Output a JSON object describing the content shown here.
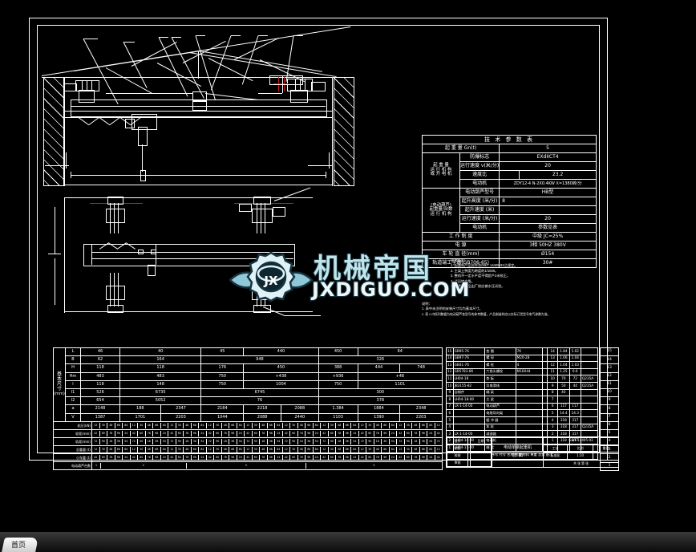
{
  "viewer": {
    "background_color": "#000000",
    "line_color": "#ffffff",
    "accent_color": "#cf1b1b",
    "tab_label": "首页"
  },
  "watermark": {
    "chinese": "机械帝国",
    "domain": "JXDIGUO.COM",
    "logo_text": "JX",
    "color": "#bfe4ec",
    "outline_color": "#16333f"
  },
  "drawing": {
    "title": "电动单梁起重机",
    "view_front_label": "",
    "leaders_top": [
      "1",
      "2",
      "3",
      "4",
      "5",
      "6",
      "7",
      "8"
    ],
    "leader_right": "9",
    "leaders_bottom": [
      "11",
      "12",
      "13",
      "14",
      "15"
    ],
    "leader_10": "10"
  },
  "spec_table": {
    "title": "技 术 参 数 表",
    "rows": [
      {
        "label": "",
        "sub": "起 重 量  Gn(t)",
        "param": "",
        "value": "5"
      },
      {
        "label": "",
        "sub": "",
        "param": "防爆标志",
        "value": "EXdIICT4"
      },
      {
        "label": "起 重 量\n运 行 机 构\n或 升 电 机",
        "sub": "",
        "param": "运行速度  v(米/分)",
        "value": "20"
      },
      {
        "label": "",
        "sub": "",
        "param": "速度比",
        "value": "23.2"
      },
      {
        "label": "",
        "sub": "",
        "param": "电动机",
        "value": "ZDY12-4 N-2X0.4KW X=1380转/分"
      },
      {
        "label": "(电动葫芦)\n起重量/台数\n运 行 机 构",
        "sub": "",
        "param": "电动葫芦型号",
        "value": "HB型"
      },
      {
        "label": "",
        "sub": "",
        "param": "起升高度 (米/分)",
        "value": "8"
      },
      {
        "label": "",
        "sub": "",
        "param": "起升速度 (米)",
        "value": ""
      },
      {
        "label": "",
        "sub": "",
        "param": "运行速度 (米/分)",
        "value": "20"
      },
      {
        "label": "",
        "sub": "",
        "param": "电动机",
        "value": "参数见表"
      },
      {
        "label": "",
        "sub": "工 作 制 度",
        "param": "",
        "value": "中级  JC=25%"
      },
      {
        "label": "",
        "sub": "电  源",
        "param": "",
        "value": "3相 50HZ 380V"
      },
      {
        "label": "",
        "sub": "车 轮 直 径(mm)",
        "param": "",
        "value": "Ø154"
      },
      {
        "label": "",
        "sub": "轨道端工字钢(GB706-65)",
        "param": "",
        "value": "30#"
      }
    ]
  },
  "dim_table": {
    "side_label_chars": [
      "基",
      "本",
      "尺",
      "寸"
    ],
    "unit": "(mm)",
    "row_labels": [
      "L",
      "B",
      "H",
      "Hm",
      "l",
      "l1",
      "l2",
      "a",
      "V"
    ],
    "rows": [
      [
        "L",
        "46",
        "40",
        "45",
        "440",
        "450",
        "64",
        ""
      ],
      [
        "B",
        "62",
        "164",
        "",
        "948",
        "",
        "326",
        ""
      ],
      [
        "H",
        "118",
        "118",
        "176",
        "450",
        "388",
        "444",
        "748"
      ],
      [
        "Hm",
        "483",
        "483",
        "750",
        "+438",
        "+936",
        "+48",
        ""
      ],
      [
        "l",
        "118",
        "148",
        "750",
        "1004",
        "750",
        "1101",
        ""
      ],
      [
        "l1",
        "526",
        "6735",
        "",
        "6745",
        "",
        "300",
        ""
      ],
      [
        "l2",
        "654",
        "5052",
        "",
        "76",
        "",
        "378",
        ""
      ],
      [
        "a",
        "2148",
        "188",
        "2347",
        "2184",
        "2218",
        "2088",
        "1.384",
        "1884",
        "2348"
      ],
      [
        "V",
        "1387",
        "1701",
        "2203",
        "1044",
        "2088",
        "2440",
        "1103",
        "1390",
        "2203"
      ]
    ]
  },
  "dense_rows": {
    "labels": [
      "轮压(kN)",
      "轮距(mm)",
      "轨距(mm)",
      "总重量 (t)",
      "小车重 (t)",
      "电动葫芦台数"
    ],
    "footer_groups": [
      "1",
      "2",
      "3",
      "5"
    ]
  },
  "bom_table": {
    "headers": [
      "序号",
      "代号",
      "名称",
      "数量",
      "材料",
      "单重",
      "总重",
      "备注"
    ],
    "rows": [
      {
        "no": "15",
        "code": "GB95-76",
        "name": "垫 圈",
        "qty": "76",
        "mat": "",
        "a": "14",
        "b": "1.84",
        "c": "1.02",
        "note": ""
      },
      {
        "no": "14",
        "code": "GB97-76",
        "name": "螺 母",
        "qty": "M20-28",
        "mat": "",
        "a": "13",
        "b": "1.06",
        "c": "1.04",
        "note": ""
      },
      {
        "no": "13",
        "code": "GB41-76",
        "name": "螺 栓",
        "qty": "4",
        "mat": "",
        "a": "12",
        "b": "1.04",
        "c": "1.03",
        "note": ""
      },
      {
        "no": "12",
        "code": "GB5783-86",
        "name": "六角头螺栓",
        "qty": "M16X44",
        "mat": "",
        "a": "11",
        "b": "1.25",
        "c": "0.6",
        "note": ""
      },
      {
        "no": "11",
        "code": "LH04-18",
        "name": "垫 板",
        "qty": "",
        "mat": "",
        "a": "10",
        "b": "70",
        "c": "72",
        "note": "Q235A"
      },
      {
        "no": "10",
        "code": "JB3155-82",
        "name": "导电滑线",
        "qty": "",
        "mat": "",
        "a": "9",
        "b": "50",
        "c": "44",
        "note": "Q235A"
      },
      {
        "no": "9",
        "code": "自制件",
        "name": "端 梁",
        "qty": "",
        "mat": "",
        "a": "8",
        "b": "40",
        "c": "",
        "note": ""
      },
      {
        "no": "8",
        "code": "LH04-18-00",
        "name": "主 梁",
        "qty": "",
        "mat": "",
        "a": "7",
        "b": "",
        "c": "",
        "note": ""
      },
      {
        "no": "7",
        "code": "LX-1-14-00",
        "name": "电动葫芦",
        "qty": "",
        "mat": "",
        "a": "6",
        "b": "117",
        "c": "117",
        "note": ""
      },
      {
        "no": "6",
        "code": "",
        "name": "电缆导向架",
        "qty": "",
        "mat": "",
        "a": "5",
        "b": "14.4",
        "c": "14.3",
        "note": ""
      },
      {
        "no": "5",
        "code": "",
        "name": "缓 冲 器",
        "qty": "",
        "mat": "",
        "a": "4",
        "b": "318",
        "c": "317",
        "note": ""
      },
      {
        "no": "4",
        "code": "",
        "name": "车 轮",
        "qty": "",
        "mat": "",
        "a": "3",
        "b": "318",
        "c": "317",
        "note": "Q235A"
      },
      {
        "no": "3",
        "code": "LX-1-14-00",
        "name": "减速器",
        "qty": "",
        "mat": "",
        "a": "2",
        "b": "318",
        "c": "317",
        "note": ""
      },
      {
        "no": "2",
        "code": "LH04-14-00",
        "name": "电动机",
        "qty": "",
        "mat": "",
        "a": "1",
        "b": "318",
        "c": "317",
        "note": ""
      },
      {
        "no": "1",
        "code": "LH04-11-00",
        "name": "端 梁",
        "qty": "",
        "mat": "",
        "a": "",
        "b": "",
        "c": "",
        "note": ""
      }
    ],
    "footer": "序号  代号  名称  数量  材料  单重  总重  备注"
  },
  "title_block": {
    "drawing_name": "电动单梁起重机",
    "drawing_label": "总 图",
    "scale_label": "比例",
    "scale_value": "1:20",
    "weight_label": "重量",
    "sheet_label": "共 张 第 张",
    "standard": "GB/T 14405-93",
    "fields": [
      "设计",
      "制图",
      "校核",
      "审核",
      "工艺",
      "标准化"
    ],
    "date_col": "日期"
  },
  "notes": {
    "heading": "技术要求：",
    "lines": [
      "1. 起重机产品应符合GB/T 14405-93之规定。",
      "2. 主梁上拱度为跨度的1/1000。",
      "3. 整机不一定水平度不得超产2米校正。",
      "4. 试运转合格。",
      "5. 防爆型产品出厂前应做水压试验。"
    ],
    "bottom_heading": "说明：",
    "bottom_lines": [
      "1. 表中未注明的安装尺寸均为基本尺寸。",
      "2. 表 2 内所列数据为电动葫芦各型号的参考数值，产品制造时应以实际订货型号电气参数为准。"
    ]
  },
  "strip_numbers": [
    "15",
    "14",
    "13",
    "12",
    "11",
    "10",
    "9",
    "8",
    "7",
    "6",
    "5",
    "4",
    "3",
    "2",
    "1"
  ]
}
